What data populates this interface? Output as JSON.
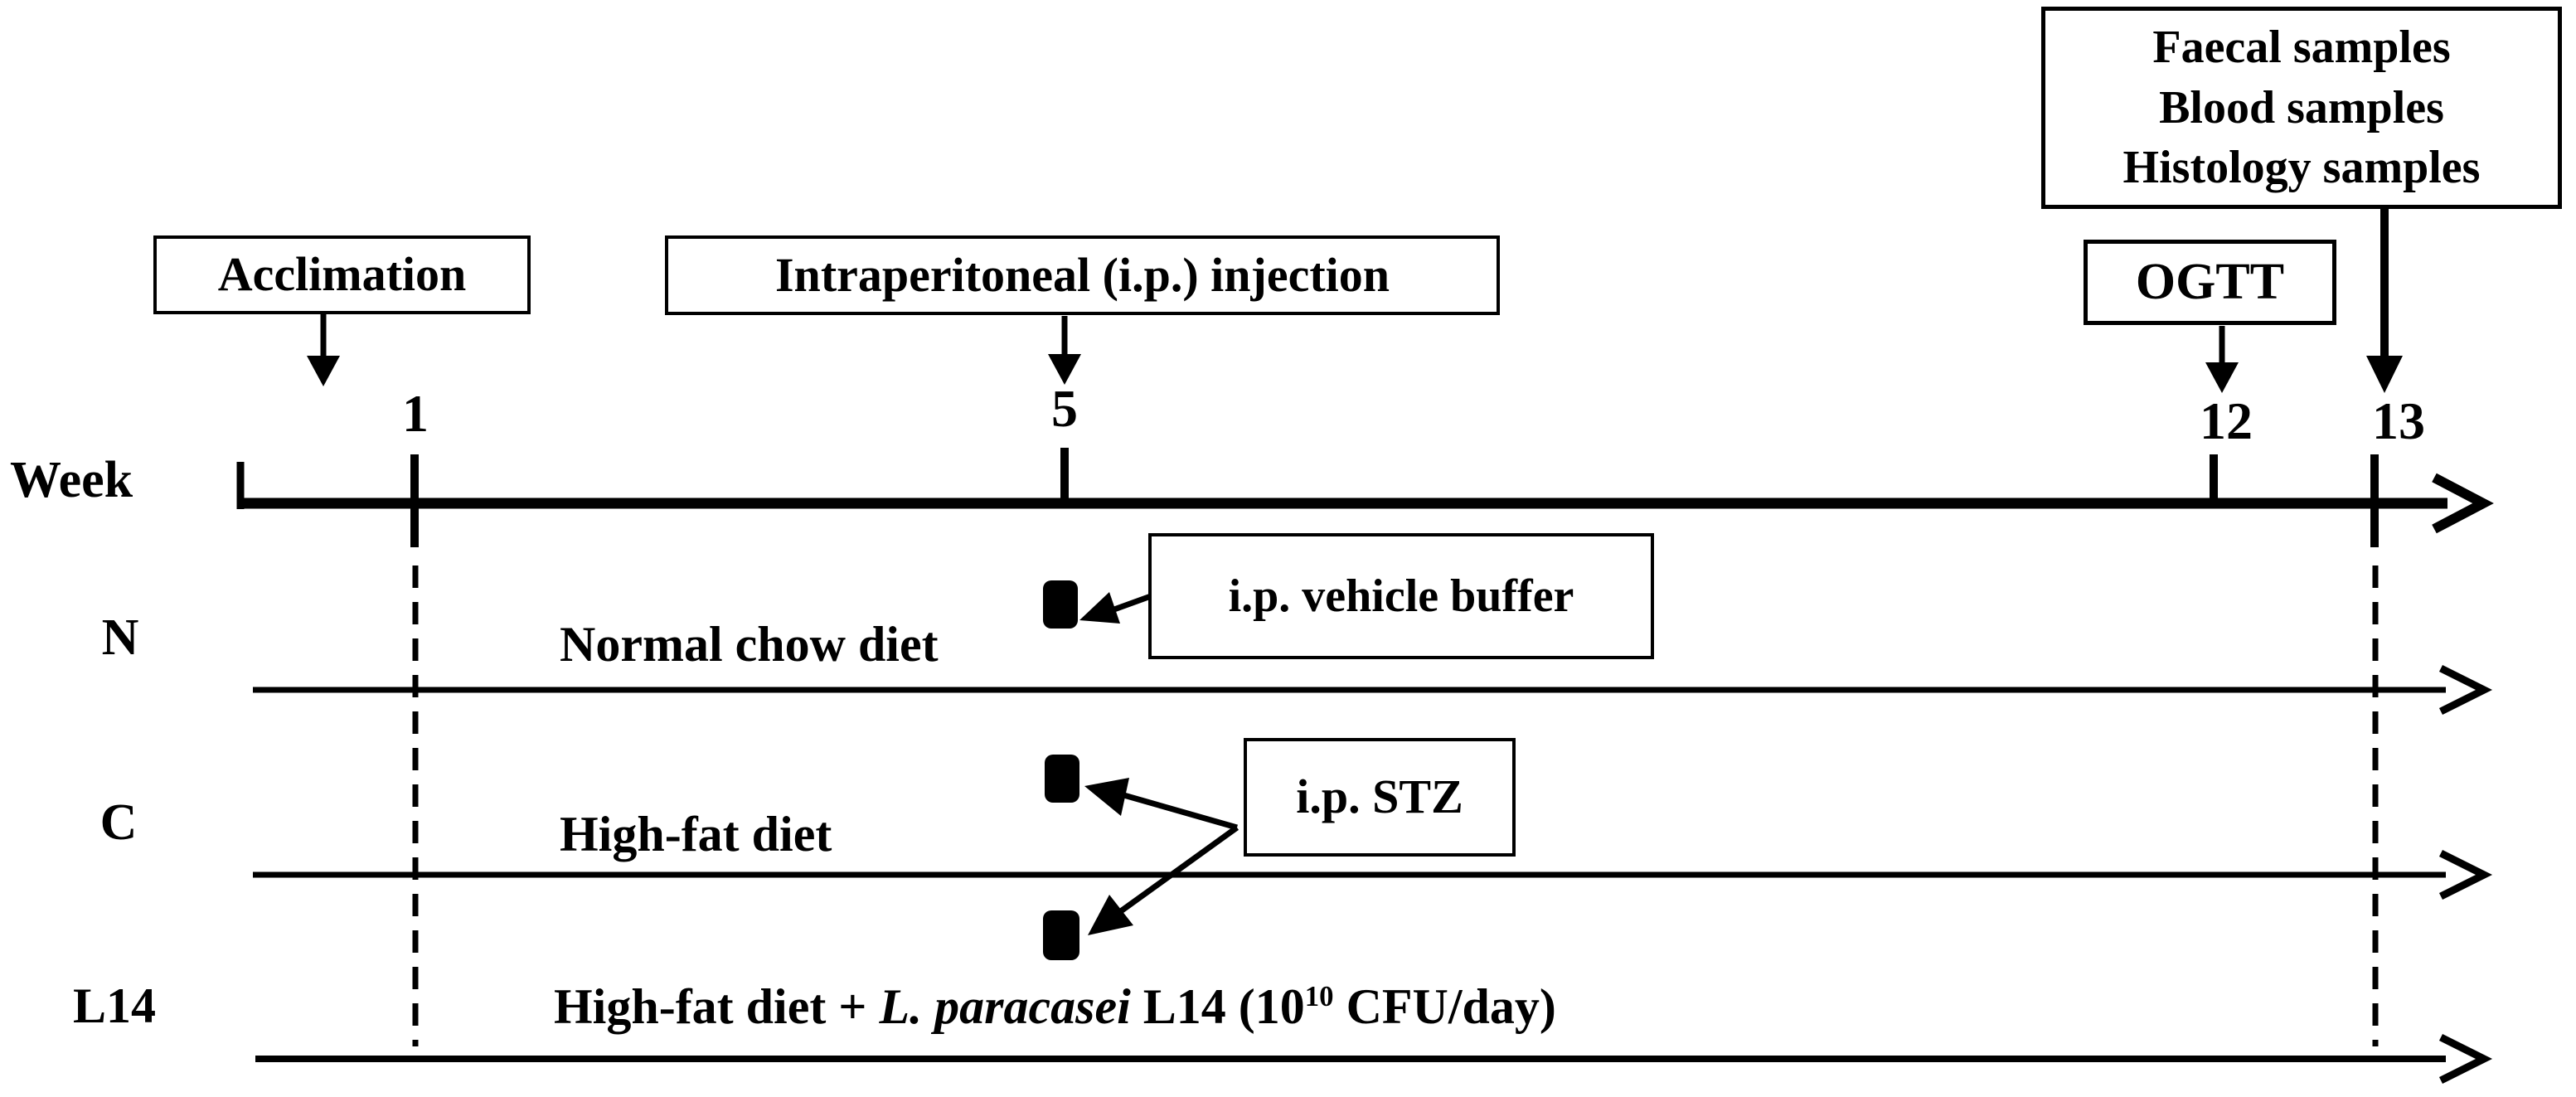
{
  "colors": {
    "ink": "#000000",
    "paper": "#ffffff"
  },
  "week_axis": {
    "label": "Week",
    "ticks": [
      "1",
      "5",
      "12",
      "13"
    ]
  },
  "events": {
    "acclimation": "Acclimation",
    "ip_injection": "Intraperitoneal (i.p.) injection",
    "ogtt": "OGTT",
    "samples": [
      "Faecal samples",
      "Blood samples",
      "Histology samples"
    ],
    "vehicle_buffer": "i.p. vehicle buffer",
    "stz": "i.p. STZ"
  },
  "groups": [
    {
      "label": "N",
      "diet": "Normal chow diet"
    },
    {
      "label": "C",
      "diet": "High-fat diet"
    },
    {
      "label": "L14",
      "diet_prefix": "High-fat diet + ",
      "diet_species": "L. paracasei",
      "diet_mid": " L14 (10",
      "diet_exponent": "10",
      "diet_suffix": " CFU/day)"
    }
  ]
}
